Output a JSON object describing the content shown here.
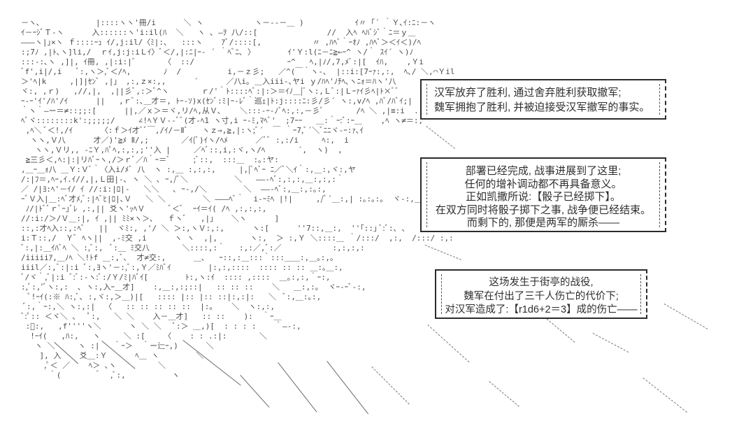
{
  "page": {
    "background_color": "#ffffff",
    "ink_color": "#4a4a4a",
    "box_border_color": "#2b2b2b"
  },
  "aa_art": {
    "lines": [
      "－ヽ､            |::::ヽヽ'冊/i      ＼ ヽ           ヽ－--－＿ )           ｲ〃 ｢´ ｀Ｙ､ｲ:ﾆ:－ヽ",
      "ｲ－ｰｼﾞＴ-ヽ      入::::::ヽ'i:il(ﾊ  ＼   ヽ ､ ―ｦ 八/::[               //  入ﾍ ﾍﾊﾞｼﾞ｀ﾆ＝ｙ＿",
      "―――ヽ|｣×ヽ ｆ::::ｰｭ ｲ/,j:il/〈ﾐ|:､   :::ヽ    ｱﾞ/::::[,           〃 ,ﾊﾍﾞ｀ｰｵﾉ ,ﾊﾍﾞ＞＜ｲ＜)/ﾍ",
      ":;7ﾉ ,|ﾄ､ヽ]li,/  ｒｲ,j:j:iＬｲ〉ﾞ＜/,|:ﾆ|ｰ- ´ ｀ﾍﾞﾆ､ 〉       ｲ'Ｙ:l(ﾆ－ﾆ≧←ｰ^ ヽ/｀ ｽｲ´ ヽ)ﾉ",
      ":::-:､ヽ ,]|, ｲ冊, ,|:i:|ﾞ      〈  ::/                    ｰ^   ﾍ,|ﾉ/,7,ﾒﾞ:|[  ｲﾊ,    ,Ｙi",
      "ﾞf',i|/,i   ﾞ:,ヽ＞,ﾞ＜/ﾍ,       ﾉ  /          i,－ｚ彡;   ／^(￣｀ヽ-､  |::i:[7ｰｧ:,:,  ﾍ､/ ＼,⌒Ｙil",
      "＞'ﾍ|k     ,|]|ｾﾝﾞ ,|」 ,:,ｚ×:,,      ´      ／八i｡ ＿入iii-､ヤi ｙ/ﾊﾍ'ﾉﾁﾍ､ヽﾆｫ＝ﾊヽ'八",
      "ヾ:, ,ｒ)   ,//,|,  ,||彡ﾞ,:＞ﾞ^ヽ       ｒ/'｀ﾄ::::ﾍﾞ:|:＞＝ｲﾉ＿|ﾞヽ:,Ｌﾞ:|Ｌｰｧｲ彡ﾍ|ﾄ×ﾞﾞ",
      "ｰ-ｰ'ｲ'/ﾊ'/ｲ      ||   ,ｒﾞ:､＿才＝, ﾄｰ-ｿ)x(ｾﾝﾞ:ﾐ|ｰ-ﾚﾞ｀巡ｪ|ﾄ:j::::ﾆ:彡/彡´ ヽ:,v/ﾍ ,ﾊﾞ/ﾊﾞｲ;|",
      "｀ヽ｀―ー＝≠::;;:[      ||,／ｘ＞＝ヾ,リ/ﾍ,从Ｖ､    ＼:::-ｰ-ﾉﾞﾍ:,:,－彡ﾞ       /ﾍ ＼ ,|≡:i  .:,:;;,",
      "ﾍﾞヾ::::::::k':;;;;;/     ∠!ﾍＹＶ--ﾞﾞ(才-ﾍ1 ヽ寸,i ｰ-ﾐ,ﾏﾍﾞ'  ;7ｰｰ   ＿:｀ｰ:ﾞ:ｰ＿    ,ﾍ ヽ≠＝:,",
      " ,ﾍ＼ ﾞ＜!,/ｲ      〈:ｆ＞ｲ才ﾞﾞ￣,/ｲ/－Ⅱﾞ   ヽｚ⇒,≧,|:ヽ;ﾞ´  ￣ ｀ｰ7,ﾞ´＼ﾞﾆﾆヾ-ｰ:ｧ､ｲ",
      "  ヽヽ,Ｖ八      才／)'≧ﾒ Ⅱ/,;       ／ｲ(ﾞ)ｲヽ/ﾍﾒ      ／ﾞﾞ :,:/i     ﾍ:,  i",
      "   ヽヽ,Ｖリ,, -ﾆＹ,ﾊﾟﾍ,:,:,;''入 |     ／ﾍﾞ::,i,:ヾ,ヽ/ﾍ       ´,  ヽ)  ,",
      " ≧三彡＜,ﾍ:|:|リﾊﾞｰヽ,/＞ｒﾞ／ﾊ｀ｰ＝ﾞ     ;ﾞ::,  :::＿  :｡:ヤ:",
      ",＿ｰ＿ｫ八 ＿Ｙ:Ｖﾞ｀〈入i/ﾒﾞ 八  ヽ :,＿ :,:,:,     |,|ﾞﾍﾞｰ ﾆ／ﾞ＼ｲ｀:,＿:,ヾ:,ヤ",
      "/:|ﾌ＝,ﾍｰ,ｲ.ｲ//,|,Ｌ田|-､ ヽ ＼ ､ ｰ,/ﾞ＼          ＼   ――‐ﾍﾞ:,:,:,＿:,:,:｀",
      "／ /|ﾖ:ﾍ'－ｲ/ ｲ //:i:|ﾛ|-   ＼＼   ､ ｰ-,/＼        ＼  ――-ﾍﾞ:,＿:,:｡:,",
      "ｰﾞＶ入|＿:ﾍﾞ才ﾒ,ﾞ:|ﾍﾞﾋ|ﾛ|､Ｖ   ＼ ＼        ＼ ―――ﾍﾞ｀  i-ｰﾐﾍ |!|     ,/ﾞ´＿:,| :｡:｡:｡  ヾ-:,＿",
      " ﾉ/|ﾄﾞﾞｒﾞｰ｣ﾞﾚ ,:,|| 爻ヽ'ｯﾍＶ     ﾞ＜ﾞ  ｰｲ＝ｲ( /ﾍ ,:,:,:,",
      "//:i:/＞/Ｖ＿:|, ｲ ,|| ﾐﾐ×ヽ＞､   ｆヽﾞ   ,|」   ＼ヽ      ]",
      "::,:才ﾍ入::,:ﾍﾞ   ||  ヾﾐ:, ,'/ ＼ ＞:,ヽＶ:,:,      ヽ:[      ''7::,＿:,  ''｢::｣ ﾞ:ﾞ:､ ､",
      "i:Ｔ::,/  Ｙﾞ ﾍヽ||  ,-ﾐ交 ,i      ヽ ヽ  ,|,       ヽ:,  ＞ :,Ｙ ＼::::＿ ｀/:::/  ,:,  /:::/ :,:",
      "ﾞ:,|:＿ｲﾊﾞﾍ ＼ :,ﾞ:,  ﾞ:＿ ﾐ交八       ＼::::,:｀   :,:／,ﾞ:／           :,:,:,:",
      "/iiiiiｱ,＿ﾉﾍ ＼!ﾄf ＿:,ﾞ､  才≠交:,      ＿､   ｰ::,:＿:::｀:::＿＿:,＿｡:,｡",
      "iiil／:,ﾞ:|:i ﾞ:,ﾖヽ'－:,ﾞ:,Ｙ／ﾐﾊﾞｲ        |:,:,::::  :::: :: :: ＿:｡＿:,",
      "ﾞ/ヾ｀,ﾞ|:i ﾞ:ﾞ:-ヽ:ﾞ:/Ｙ/ﾐ|ﾊﾞｲ[        ﾄ:,ヽ:ｲ  :::: ,::::  ＿｡:,:,｀ｰ:,",
      ":,ﾞ:,'ﾞヽ:,:  ､ ヽ:,入ｰ＿才]    :,＿:,:;::|   :: :: ::    ＼   ＿:,:｡  ヾｰ-ｰﾞ-:,",
      "  ﾞ!ｰｲ(:※ ﾊ:,ﾞ､ :,ヾ:,＞＿)|[   :::: |:: |:: ::|:,:|:   ＼  ﾞ:,＿:｡:,",
      " ﾞ:,｀ｰ:,＼ ヽ:,:|  〈   :: :: :: :: ::  |:｡    ＼  ヽ:,:,",
      "ﾞ:ﾟ:: ＜ヾ＼ ､   ﾟ:,   ＼ ＼    入－＿才]   :: ::    ):  ｀ｰ＿",
      " :ﾞ:,   ,f''''ヽ＼      ヽ ＼ ＼   ﾞ:＞ ＿,)[  : : : :    ｀―-:,",
      "  !ｰｲ(   ,ﾊ:,   ヽ     ＼ :[    〈    : : .:|:       ＼",
      "   ヽ ＼     ヽ :|   ｀ｰ＞  ｀ー辷ｰ,)      ＼",
      "    ], 入    爻＿:Ｙ      ﾍ＿ ヽ        ＼",
      "     ,ﾟ＜ ／    ﾍ＞ ､ヽ         ＼",
      "      ｀(       ＾  ,ﾞ:,          ヽ",
      "",
      "",
      "",
      ""
    ]
  },
  "boxes": [
    {
      "name": "narration-box-1",
      "lines": [
        "汉军放弃了胜利, 通过舍弃胜利获取撤军;",
        "魏军拥抱了胜利, 并被迫接受汉军撤军的事实。"
      ]
    },
    {
      "name": "narration-box-2",
      "lines": [
        "部署已经完成, 战事进展到了这里;",
        "任何的增补调动都不再具备意义。",
        "正如凯撒所说:【骰子已经掷下】。",
        "在双方同时将骰子掷下之事, 战争便已经结束。",
        "而剩下的, 那便是两军的厮杀——"
      ]
    },
    {
      "name": "narration-box-3",
      "lines": [
        "这场发生于街亭的战役,",
        "魏军在付出了三千人伤亡的代价下;",
        "对汉军造成了:【r1d6+2＝3】成的伤亡——"
      ]
    }
  ]
}
